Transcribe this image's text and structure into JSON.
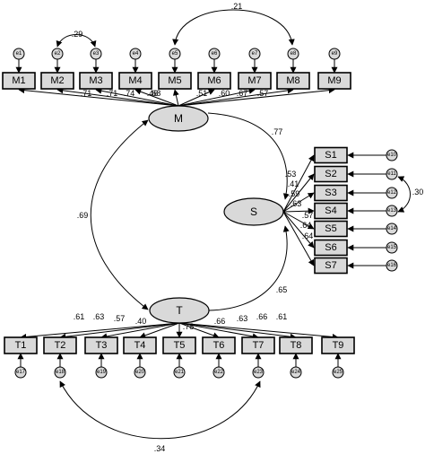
{
  "latents": [
    {
      "id": "M",
      "label": "M"
    },
    {
      "id": "S",
      "label": "S"
    },
    {
      "id": "T",
      "label": "T"
    }
  ],
  "m_items": [
    {
      "label": "M1",
      "error": "e1",
      "loading": ".71"
    },
    {
      "label": "M2",
      "error": "e2",
      "loading": ".71"
    },
    {
      "label": "M3",
      "error": "e3",
      "loading": ".74"
    },
    {
      "label": "M4",
      "error": "e4",
      "loading": ".46"
    },
    {
      "label": "M5",
      "error": "e5",
      "loading": ".68"
    },
    {
      "label": "M6",
      "error": "e6",
      "loading": ".51"
    },
    {
      "label": "M7",
      "error": "e7",
      "loading": ".60"
    },
    {
      "label": "M8",
      "error": "e8",
      "loading": ".67"
    },
    {
      "label": "M9",
      "error": "e9",
      "loading": ".57"
    }
  ],
  "s_items": [
    {
      "label": "S1",
      "error": "e10",
      "loading": ".53"
    },
    {
      "label": "S2",
      "error": "e11",
      "loading": ".41"
    },
    {
      "label": "S3",
      "error": "e12",
      "loading": ".59"
    },
    {
      "label": "S4",
      "error": "e13",
      "loading": ".63"
    },
    {
      "label": "S5",
      "error": "e14",
      "loading": ".57"
    },
    {
      "label": "S6",
      "error": "e15",
      "loading": ".64"
    },
    {
      "label": "S7",
      "error": "e16",
      "loading": ".64"
    }
  ],
  "t_items": [
    {
      "label": "T1",
      "error": "e17",
      "loading": ".61"
    },
    {
      "label": "T2",
      "error": "e18",
      "loading": ".63"
    },
    {
      "label": "T3",
      "error": "e19",
      "loading": ".57"
    },
    {
      "label": "T4",
      "error": "e20",
      "loading": ".40"
    },
    {
      "label": "T5",
      "error": "e21",
      "loading": ".78"
    },
    {
      "label": "T6",
      "error": "e22",
      "loading": ".66"
    },
    {
      "label": "T7",
      "error": "e23",
      "loading": ".63"
    },
    {
      "label": "T8",
      "error": "e24",
      "loading": ".66"
    },
    {
      "label": "T9",
      "error": "e25",
      "loading": ".61"
    }
  ],
  "correlations": {
    "m_t": ".69",
    "m_s": ".77",
    "s_t": ".65",
    "e2_e3": ".29",
    "e5_e8": ".21",
    "e11_e13": ".30",
    "e18_e23": ".34"
  }
}
